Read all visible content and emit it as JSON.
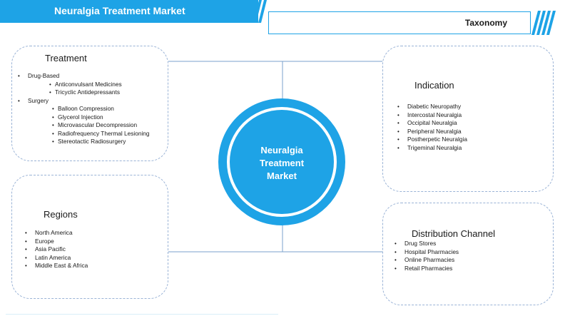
{
  "header": {
    "title": "Neuralgia Treatment Market",
    "section": "Taxonomy"
  },
  "center": {
    "lines": [
      "Neuralgia",
      "Treatment",
      "Market"
    ]
  },
  "treatment": {
    "title": "Treatment",
    "drug_based": "Drug-Based",
    "drug_items": [
      "Anticonvulsant Medicines",
      "Tricyclic Antidepressants"
    ],
    "surgery": "Surgery",
    "surgery_items": [
      "Balloon Compression",
      "Glycerol Injection",
      "Microvascular Decompression",
      "Radiofrequency Thermal Lesioning",
      "Stereotactic Radiosurgery"
    ]
  },
  "indication": {
    "title": "Indication",
    "items": [
      "Diabetic Neuropathy",
      "Intercostal Neuralgia",
      "Occipital Neuralgia",
      "Peripheral Neuralgia",
      "Postherpetic Neuralgia",
      "Trigeminal Neuralgia"
    ]
  },
  "regions": {
    "title": "Regions",
    "items": [
      "North America",
      "Europe",
      "Asia Pacific",
      "Latin America",
      "Middle East & Africa"
    ]
  },
  "distribution": {
    "title": "Distribution Channel",
    "items": [
      "Drug Stores",
      "Hospital Pharmacies",
      "Online Pharmacies",
      "Retail Pharmacies"
    ]
  },
  "colors": {
    "accent": "#1ea3e6",
    "box_border": "#9ab3d6",
    "connector": "#7ba1cc"
  }
}
